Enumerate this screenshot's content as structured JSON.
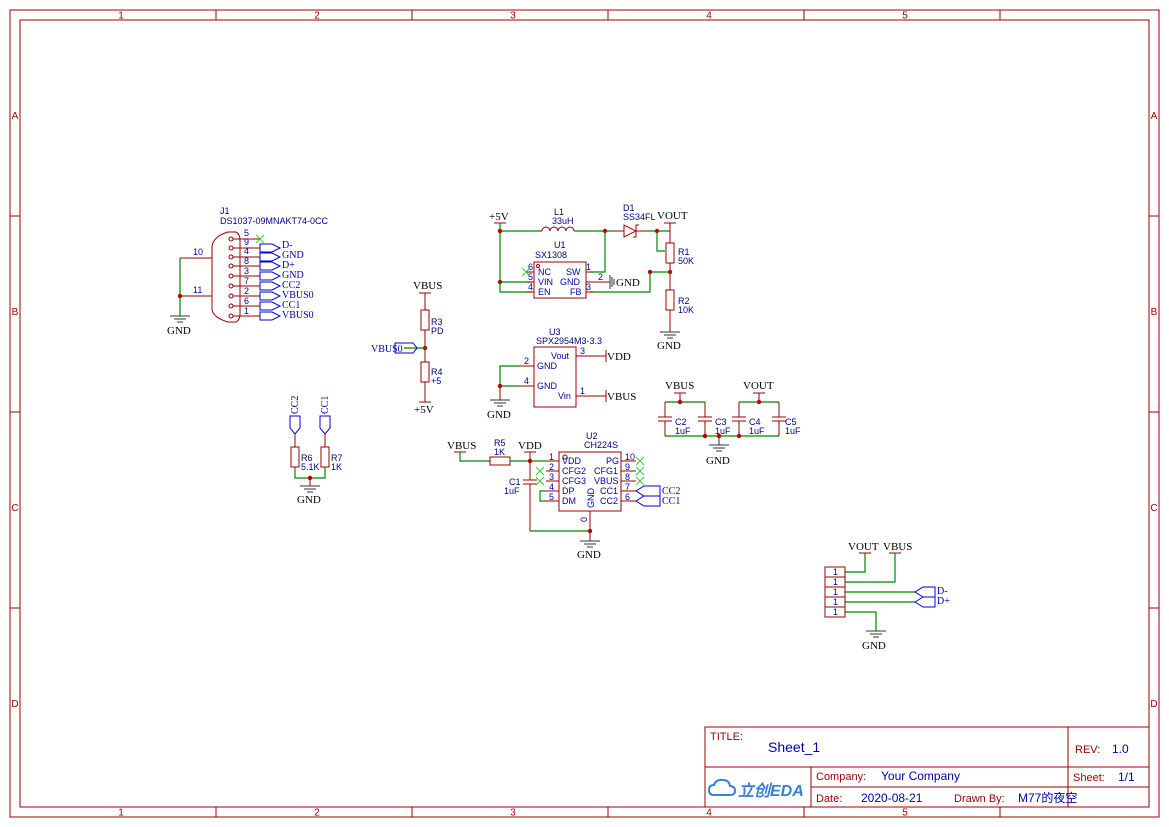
{
  "border": {
    "columns": [
      "1",
      "2",
      "3",
      "4",
      "5"
    ],
    "rows": [
      "A",
      "B",
      "C",
      "D"
    ]
  },
  "components": {
    "j1": {
      "ref": "J1",
      "value": "DS1037-09MNAKT74-0CC",
      "pins": [
        "5",
        "9",
        "4",
        "8",
        "3",
        "7",
        "2",
        "6",
        "1",
        "10",
        "11"
      ],
      "nets": [
        "D-",
        "GND",
        "D+",
        "GND",
        "CC2",
        "VBUS0",
        "CC1",
        "VBUS0"
      ]
    },
    "l1": {
      "ref": "L1",
      "value": "33uH"
    },
    "d1": {
      "ref": "D1",
      "value": "SS34FL"
    },
    "u1": {
      "ref": "U1",
      "value": "SX1308",
      "pins": {
        "nc": "NC",
        "vin": "VIN",
        "en": "EN",
        "sw": "SW",
        "gnd": "GND",
        "fb": "FB"
      },
      "pin_numbers": {
        "nc": "6",
        "vin": "5",
        "en": "4",
        "sw": "1",
        "gnd": "2",
        "fb": "3"
      }
    },
    "r1": {
      "ref": "R1",
      "value": "50K"
    },
    "r2": {
      "ref": "R2",
      "value": "10K"
    },
    "r3": {
      "ref": "R3",
      "value": "PD"
    },
    "r4": {
      "ref": "R4",
      "value": "+5"
    },
    "r5": {
      "ref": "R5",
      "value": "1K"
    },
    "r6": {
      "ref": "R6",
      "value": "5.1K"
    },
    "r7": {
      "ref": "R7",
      "value": "1K"
    },
    "u3": {
      "ref": "U3",
      "value": "SPX2954M3-3.3",
      "pins": {
        "vout": "Vout",
        "gnd1": "GND",
        "gnd2": "GND",
        "vin": "Vin"
      },
      "pin_numbers": {
        "vout": "3",
        "gnd1": "2",
        "gnd2": "4",
        "vin": "1"
      }
    },
    "c1": {
      "ref": "C1",
      "value": "1uF"
    },
    "c2": {
      "ref": "C2",
      "value": "1uF"
    },
    "c3": {
      "ref": "C3",
      "value": "1uF"
    },
    "c4": {
      "ref": "C4",
      "value": "1uF"
    },
    "c5": {
      "ref": "C5",
      "value": "1uF"
    },
    "u2": {
      "ref": "U2",
      "value": "CH224S",
      "left_pins": [
        "VDD",
        "CFG2",
        "CFG3",
        "DP",
        "DM"
      ],
      "left_numbers": [
        "1",
        "2",
        "3",
        "4",
        "5"
      ],
      "right_pins": [
        "PG",
        "CFG1",
        "VBUS",
        "CC1",
        "CC2"
      ],
      "right_numbers": [
        "10",
        "9",
        "8",
        "7",
        "6"
      ],
      "bottom_pin": "GND",
      "bottom_number": "0"
    },
    "header": {
      "pins": [
        "1",
        "1",
        "1",
        "1",
        "1"
      ]
    }
  },
  "nets": {
    "plus5v": "+5V",
    "vout": "VOUT",
    "vbus": "VBUS",
    "vdd": "VDD",
    "gnd": "GND",
    "vbus0": "VBUS0",
    "cc1": "CC1",
    "cc2": "CC2",
    "dminus": "D-",
    "dplus": "D+"
  },
  "title_block": {
    "title_label": "TITLE:",
    "title": "Sheet_1",
    "rev_label": "REV:",
    "rev": "1.0",
    "company_label": "Company:",
    "company": "Your Company",
    "sheet_label": "Sheet:",
    "sheet": "1/1",
    "date_label": "Date:",
    "date": "2020-08-21",
    "drawn_label": "Drawn By:",
    "drawn": "M77的夜空",
    "logo_text": "立创EDA"
  },
  "colors": {
    "frame": "#990000",
    "wire": "#008800",
    "text_blue": "#0000aa",
    "junction": "#bb0000",
    "no_connect": "#33cc33"
  }
}
